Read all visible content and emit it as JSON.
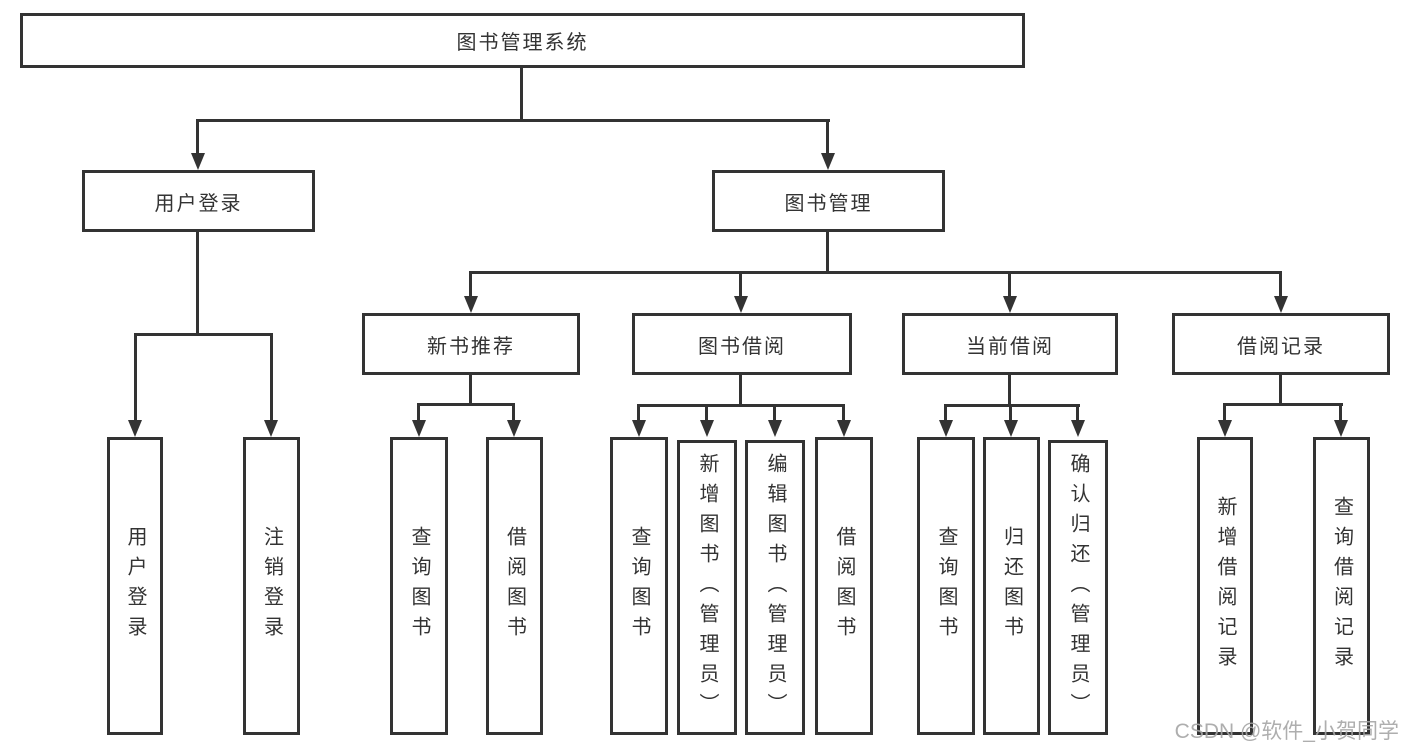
{
  "diagram": {
    "type": "hierarchy-tree",
    "title": "图书管理系统",
    "colors": {
      "line": "#333333",
      "text": "#333333",
      "box_bg": "#ffffff",
      "watermark": "#a6a6a6"
    },
    "nodes": {
      "root": {
        "label": "图书管理系统"
      },
      "user_login": {
        "label": "用户登录"
      },
      "book_mgmt": {
        "label": "图书管理"
      },
      "login": {
        "label": "用户登录"
      },
      "logout": {
        "label": "注销登录"
      },
      "new_book": {
        "label": "新书推荐"
      },
      "borrowing": {
        "label": "图书借阅"
      },
      "current": {
        "label": "当前借阅"
      },
      "records": {
        "label": "借阅记录"
      },
      "nb_query": {
        "label": "查询图书"
      },
      "nb_borrow": {
        "label": "借阅图书"
      },
      "bw_query": {
        "label": "查询图书"
      },
      "bw_add": {
        "label": "新增图书（管理员）"
      },
      "bw_edit": {
        "label": "编辑图书（管理员）"
      },
      "bw_borrow": {
        "label": "借阅图书"
      },
      "cu_query": {
        "label": "查询图书"
      },
      "cu_return": {
        "label": "归还图书"
      },
      "cu_confirm": {
        "label": "确认归还（管理员）"
      },
      "re_add": {
        "label": "新增借阅记录"
      },
      "re_query": {
        "label": "查询借阅记录"
      }
    },
    "edges": [
      {
        "from": "root",
        "to": [
          "user_login",
          "book_mgmt"
        ]
      },
      {
        "from": "user_login",
        "to": [
          "login",
          "logout"
        ]
      },
      {
        "from": "book_mgmt",
        "to": [
          "new_book",
          "borrowing",
          "current",
          "records"
        ]
      },
      {
        "from": "new_book",
        "to": [
          "nb_query",
          "nb_borrow"
        ]
      },
      {
        "from": "borrowing",
        "to": [
          "bw_query",
          "bw_add",
          "bw_edit",
          "bw_borrow"
        ]
      },
      {
        "from": "current",
        "to": [
          "cu_query",
          "cu_return",
          "cu_confirm"
        ]
      },
      {
        "from": "records",
        "to": [
          "re_add",
          "re_query"
        ]
      }
    ],
    "watermark": "CSDN @软件_小贺同学"
  }
}
